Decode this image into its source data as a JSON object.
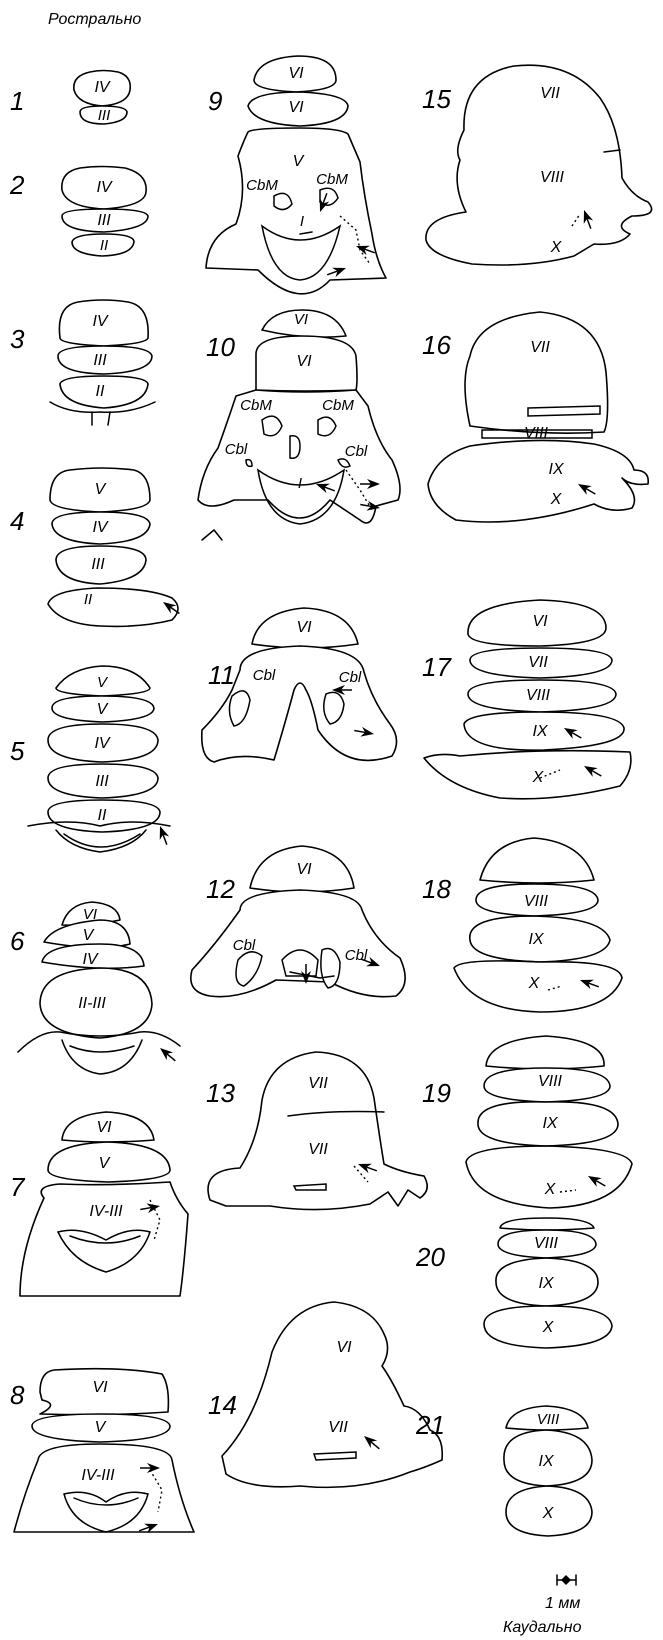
{
  "rostral": "Рострально",
  "caudal": "Каудально",
  "scale": "1 мм",
  "panels": {
    "p1": {
      "num": "1",
      "labels": [
        "IV",
        "III"
      ]
    },
    "p2": {
      "num": "2",
      "labels": [
        "IV",
        "III",
        "II"
      ]
    },
    "p3": {
      "num": "3",
      "labels": [
        "IV",
        "III",
        "II"
      ]
    },
    "p4": {
      "num": "4",
      "labels": [
        "V",
        "IV",
        "III",
        "II"
      ]
    },
    "p5": {
      "num": "5",
      "labels": [
        "V",
        "V",
        "IV",
        "III",
        "II"
      ]
    },
    "p6": {
      "num": "6",
      "labels": [
        "VI",
        "V",
        "IV",
        "II-III"
      ]
    },
    "p7": {
      "num": "7",
      "labels": [
        "VI",
        "V",
        "IV-III"
      ]
    },
    "p8": {
      "num": "8",
      "labels": [
        "VI",
        "V",
        "IV-III"
      ]
    },
    "p9": {
      "num": "9",
      "labels": [
        "VI",
        "VI",
        "V",
        "CbM",
        "CbM",
        "I"
      ]
    },
    "p10": {
      "num": "10",
      "labels": [
        "VI",
        "VI",
        "CbM",
        "CbM",
        "Cbl",
        "Cbl",
        "I"
      ]
    },
    "p11": {
      "num": "11",
      "labels": [
        "VI",
        "Cbl",
        "Cbl"
      ]
    },
    "p12": {
      "num": "12",
      "labels": [
        "VI",
        "Cbl",
        "Cbl"
      ]
    },
    "p13": {
      "num": "13",
      "labels": [
        "VII",
        "VII"
      ]
    },
    "p14": {
      "num": "14",
      "labels": [
        "VI",
        "VII"
      ]
    },
    "p15": {
      "num": "15",
      "labels": [
        "VII",
        "VIII",
        "X"
      ]
    },
    "p16": {
      "num": "16",
      "labels": [
        "VII",
        "VIII",
        "IX",
        "X"
      ]
    },
    "p17": {
      "num": "17",
      "labels": [
        "VI",
        "VII",
        "VIII",
        "IX",
        "X"
      ]
    },
    "p18": {
      "num": "18",
      "labels": [
        "VIII",
        "IX",
        "X"
      ]
    },
    "p19": {
      "num": "19",
      "labels": [
        "VIII",
        "IX",
        "X"
      ]
    },
    "p20": {
      "num": "20",
      "labels": [
        "VIII",
        "IX",
        "X"
      ]
    },
    "p21": {
      "num": "21",
      "labels": [
        "VIII",
        "IX",
        "X"
      ]
    }
  }
}
